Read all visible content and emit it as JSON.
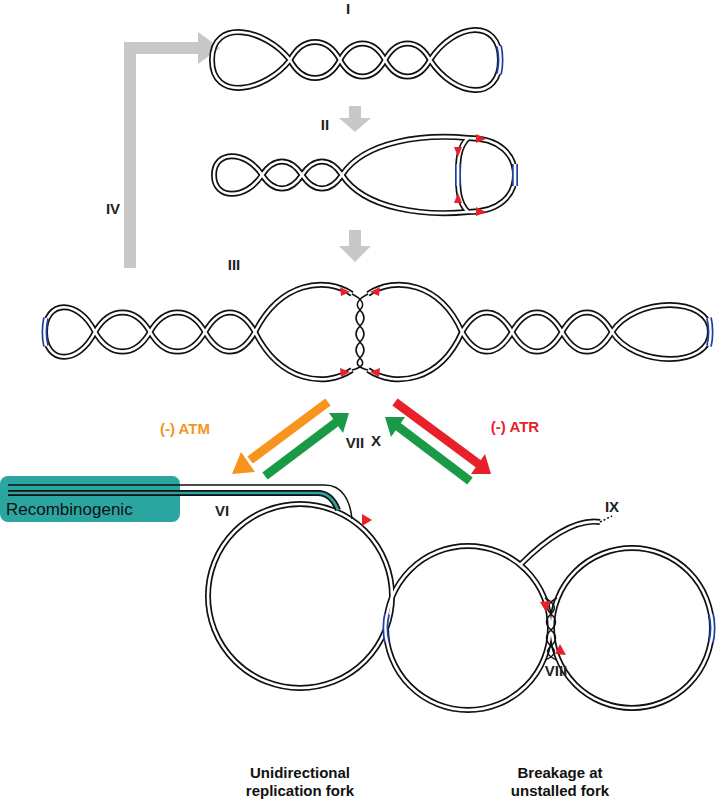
{
  "diagram": {
    "nodes": [
      {
        "text": [
          "Recombinogenic"
        ]
      }
    ],
    "labels": [
      "I",
      "II",
      "III",
      "IV",
      "(-) ATM",
      "VII",
      "X",
      "(-) ATR",
      "VI",
      "IX",
      "VIII",
      "Unidirectional replication fork",
      "Breakage at unstalled fork"
    ]
  }
}
